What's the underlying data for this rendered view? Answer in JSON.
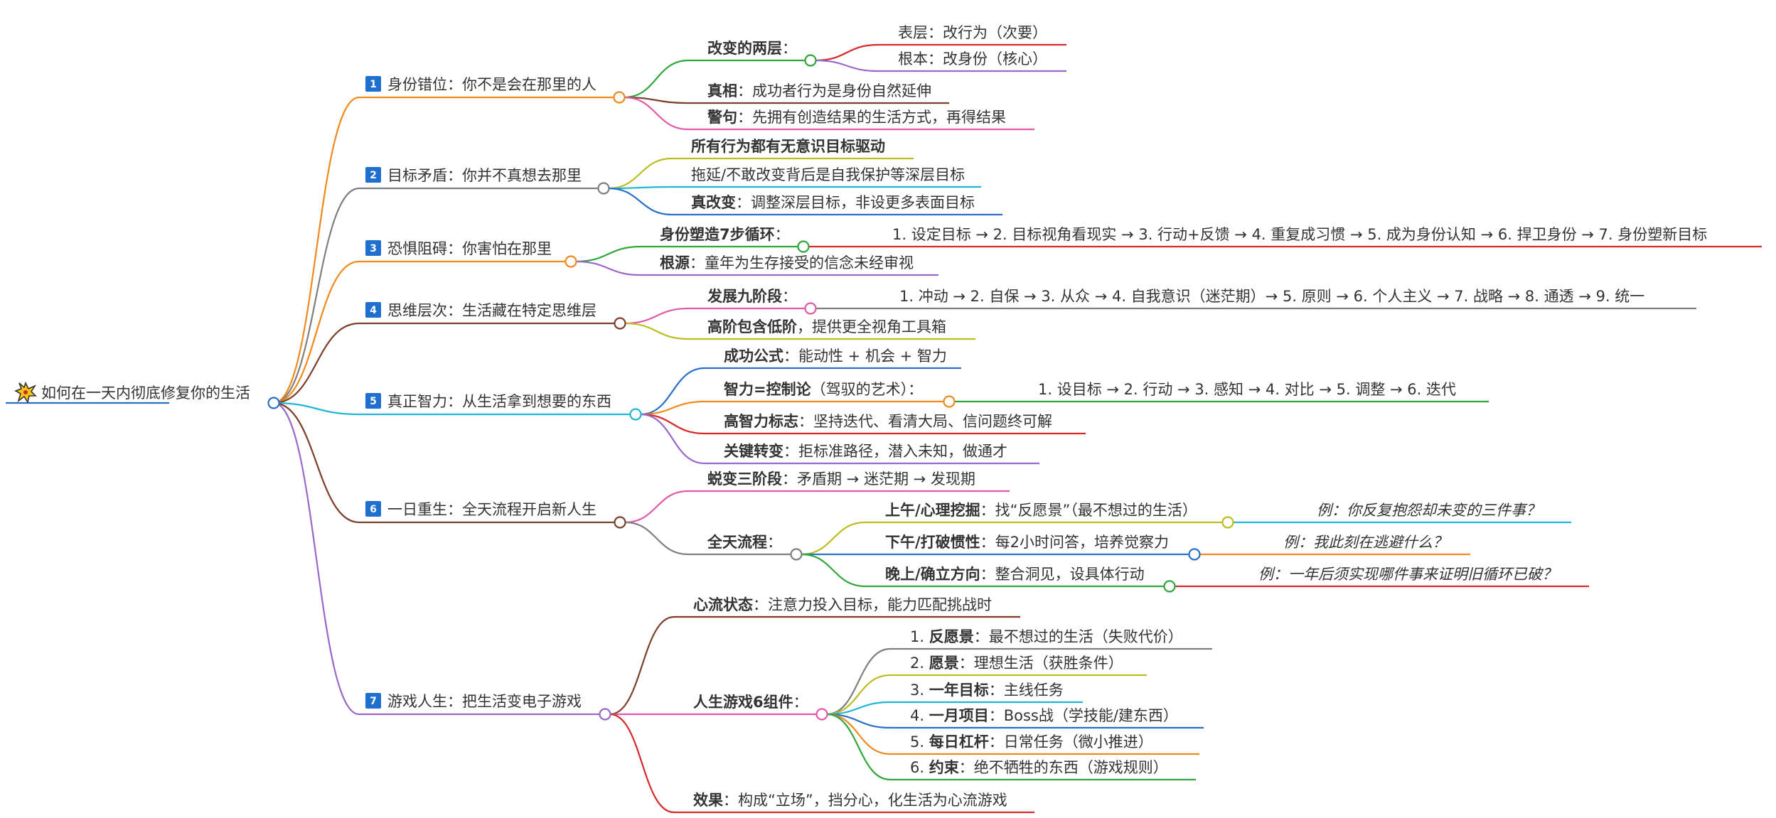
{
  "root": {
    "icon": "explosion-icon",
    "label": "如何在一天内彻底修复你的生活"
  },
  "colors": {
    "orange": "#f08a1c",
    "gray": "#7f7f7f",
    "brown": "#7b3f2a",
    "cyan": "#1fb7d4",
    "purple": "#9a68c8",
    "green": "#31a63a",
    "red": "#d62a2a",
    "pink": "#e05aa8",
    "olive": "#bdbd21",
    "blue": "#2a6fc9",
    "root": "#2a6fc9",
    "badge": "#1f6fd0"
  },
  "branches": [
    {
      "num": "1",
      "title": "身份错位：你不是会在那里的人",
      "children": [
        {
          "bold": "改变的两层",
          "rest": "：",
          "children": [
            {
              "text": "表层：改行为（次要）"
            },
            {
              "text": "根本：改身份（核心）"
            }
          ]
        },
        {
          "bold": "真相",
          "rest": "：成功者行为是身份自然延伸"
        },
        {
          "bold": "警句",
          "rest": "：先拥有创造结果的生活方式，再得结果"
        }
      ]
    },
    {
      "num": "2",
      "title": "目标矛盾：你并不真想去那里",
      "children": [
        {
          "bold": "所有行为都有无意识目标驱动",
          "rest": ""
        },
        {
          "bold": "",
          "rest": "拖延/不敢改变背后是自我保护等深层目标"
        },
        {
          "bold": "真改变",
          "rest": "：调整深层目标，非设更多表面目标"
        }
      ]
    },
    {
      "num": "3",
      "title": "恐惧阻碍：你害怕在那里",
      "children": [
        {
          "bold": "身份塑造7步循环",
          "rest": "：",
          "children": [
            {
              "text": "1. 设定目标 → 2. 目标视角看现实 → 3. 行动+反馈 → 4. 重复成习惯 → 5. 成为身份认知 → 6. 捍卫身份 → 7. 身份塑新目标"
            }
          ]
        },
        {
          "bold": "根源",
          "rest": "：童年为生存接受的信念未经审视"
        }
      ]
    },
    {
      "num": "4",
      "title": "思维层次：生活藏在特定思维层",
      "children": [
        {
          "bold": "发展九阶段",
          "rest": "：",
          "children": [
            {
              "text": "1. 冲动 → 2. 自保 → 3. 从众 → 4. 自我意识（迷茫期）→ 5. 原则 → 6. 个人主义 → 7. 战略 → 8. 通透 → 9. 统一"
            }
          ]
        },
        {
          "bold": "高阶包含低阶",
          "rest": "，提供更全视角工具箱"
        }
      ]
    },
    {
      "num": "5",
      "title": "真正智力：从生活拿到想要的东西",
      "children": [
        {
          "bold": "成功公式",
          "rest": "：能动性 + 机会 + 智力"
        },
        {
          "bold": "智力=控制论",
          "rest": "（驾驭的艺术）：",
          "children": [
            {
              "text": "1. 设目标 → 2. 行动 → 3. 感知 → 4. 对比 → 5. 调整 → 6. 迭代"
            }
          ]
        },
        {
          "bold": "高智力标志",
          "rest": "：坚持迭代、看清大局、信问题终可解"
        },
        {
          "bold": "关键转变",
          "rest": "：拒标准路径，潜入未知，做通才"
        }
      ]
    },
    {
      "num": "6",
      "title": "一日重生：全天流程开启新人生",
      "children": [
        {
          "bold": "蜕变三阶段",
          "rest": "：矛盾期 → 迷茫期 → 发现期"
        },
        {
          "bold": "全天流程",
          "rest": "：",
          "children": [
            {
              "bold": "上午/心理挖掘",
              "rest": "：找“反愿景”（最不想过的生活）",
              "ex_label": "例",
              "ex_text": "：你反复抱怨却未变的三件事？"
            },
            {
              "bold": "下午/打破惯性",
              "rest": "：每2小时问答，培养觉察力",
              "ex_label": "例",
              "ex_text": "：我此刻在逃避什么？"
            },
            {
              "bold": "晚上/确立方向",
              "rest": "：整合洞见，设具体行动",
              "ex_label": "例",
              "ex_text": "：一年后须实现哪件事来证明旧循环已破？"
            }
          ]
        }
      ]
    },
    {
      "num": "7",
      "title": "游戏人生：把生活变电子游戏",
      "children": [
        {
          "bold": "心流状态",
          "rest": "：注意力投入目标，能力匹配挑战时"
        },
        {
          "bold": "人生游戏6组件",
          "rest": "：",
          "children": [
            {
              "pre": "1. ",
              "bold": "反愿景",
              "rest": "：最不想过的生活（失败代价）"
            },
            {
              "pre": "2. ",
              "bold": "愿景",
              "rest": "：理想生活（获胜条件）"
            },
            {
              "pre": "3. ",
              "bold": "一年目标",
              "rest": "：主线任务"
            },
            {
              "pre": "4. ",
              "bold": "一月项目",
              "rest": "：Boss战（学技能/建东西）"
            },
            {
              "pre": "5. ",
              "bold": "每日杠杆",
              "rest": "：日常任务（微小推进）"
            },
            {
              "pre": "6. ",
              "bold": "约束",
              "rest": "：绝不牺牲的东西（游戏规则）"
            }
          ]
        },
        {
          "bold": "效果",
          "rest": "：构成“立场”，挡分心，化生活为心流游戏"
        }
      ]
    }
  ]
}
